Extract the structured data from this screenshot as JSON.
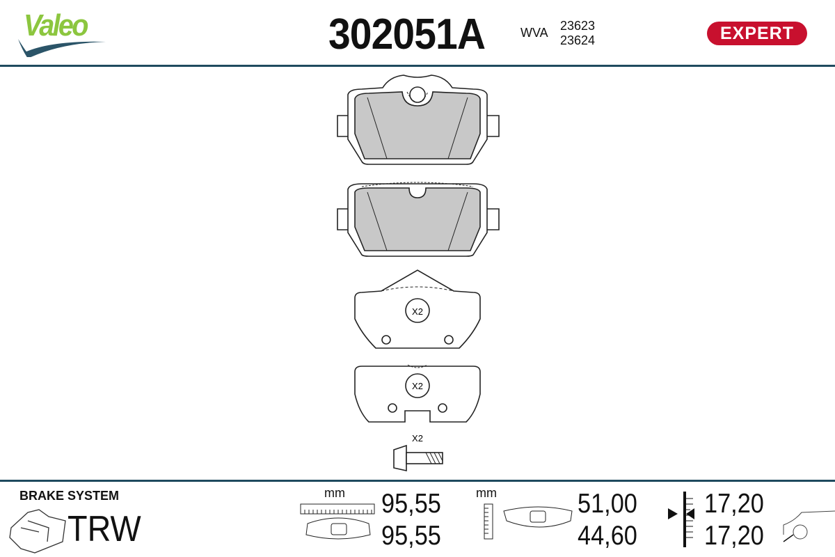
{
  "header": {
    "brand": "Valeo",
    "part_number": "302051A",
    "wva_label": "WVA",
    "wva_numbers": [
      "23623",
      "23624"
    ],
    "badge": "EXPERT"
  },
  "drawing": {
    "shim_quantity_1": "X2",
    "shim_quantity_2": "X2",
    "bolt_quantity": "X2"
  },
  "footer": {
    "system_label": "BRAKE SYSTEM",
    "system_brand": "TRW",
    "width": {
      "unit": "mm",
      "values": [
        "95,55",
        "95,55"
      ]
    },
    "height": {
      "unit": "mm",
      "values": [
        "51,00",
        "44,60"
      ]
    },
    "thickness": {
      "values": [
        "17,20",
        "17,20"
      ]
    }
  },
  "colors": {
    "brand_green": "#8cc63f",
    "brand_blue": "#1f4a5e",
    "badge_red": "#c8102e",
    "friction_gray": "#c8c8c8"
  }
}
